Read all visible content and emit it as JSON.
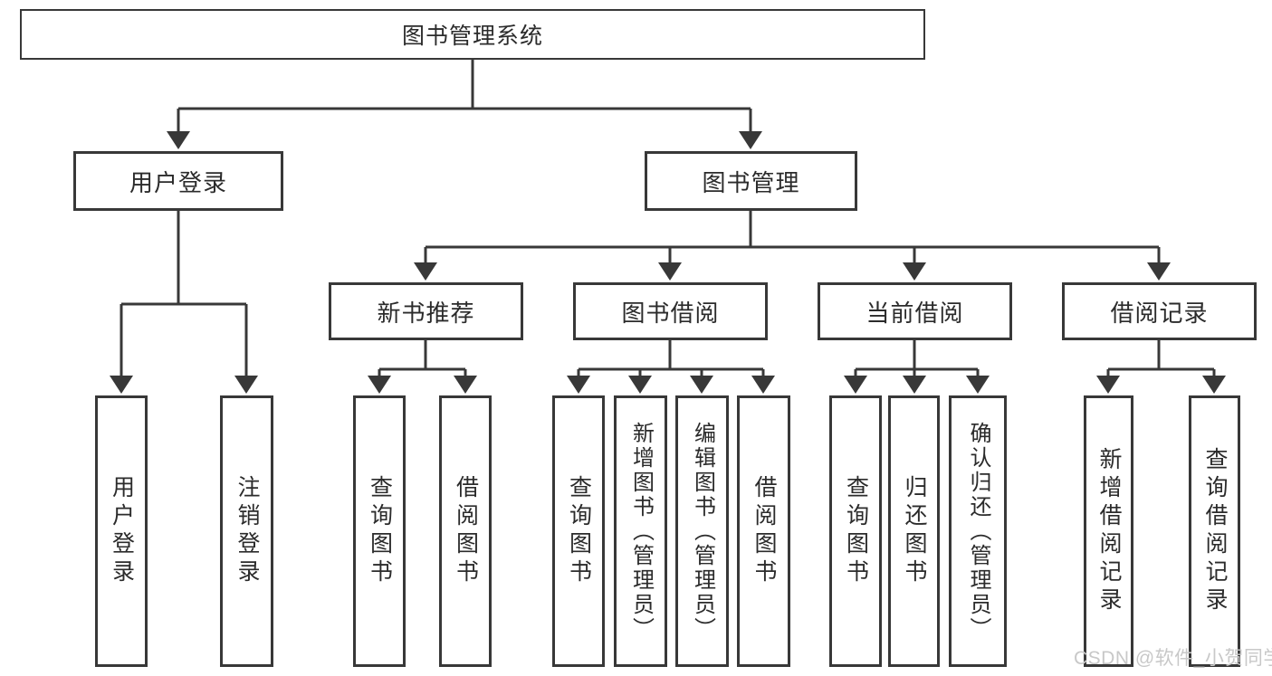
{
  "colors": {
    "line": "#383838",
    "text": "#2b2b2b",
    "watermark": "#c8c8c8",
    "background": "#ffffff"
  },
  "watermark": {
    "text": "CSDN @软件_小贺同学"
  },
  "tree": {
    "root": {
      "label": "图书管理系统"
    },
    "branches": [
      {
        "label": "用户登录",
        "children": [
          {
            "label": "用户登录"
          },
          {
            "label": "注销登录"
          }
        ]
      },
      {
        "label": "图书管理",
        "children": [
          {
            "label": "新书推荐",
            "children": [
              {
                "label": "查询图书"
              },
              {
                "label": "借阅图书"
              }
            ]
          },
          {
            "label": "图书借阅",
            "children": [
              {
                "label": "查询图书"
              },
              {
                "label": "新增图书（管理员）"
              },
              {
                "label": "编辑图书（管理员）"
              },
              {
                "label": "借阅图书"
              }
            ]
          },
          {
            "label": "当前借阅",
            "children": [
              {
                "label": "查询图书"
              },
              {
                "label": "归还图书"
              },
              {
                "label": "确认归还（管理员）"
              }
            ]
          },
          {
            "label": "借阅记录",
            "children": [
              {
                "label": "新增借阅记录"
              },
              {
                "label": "查询借阅记录"
              }
            ]
          }
        ]
      }
    ]
  }
}
